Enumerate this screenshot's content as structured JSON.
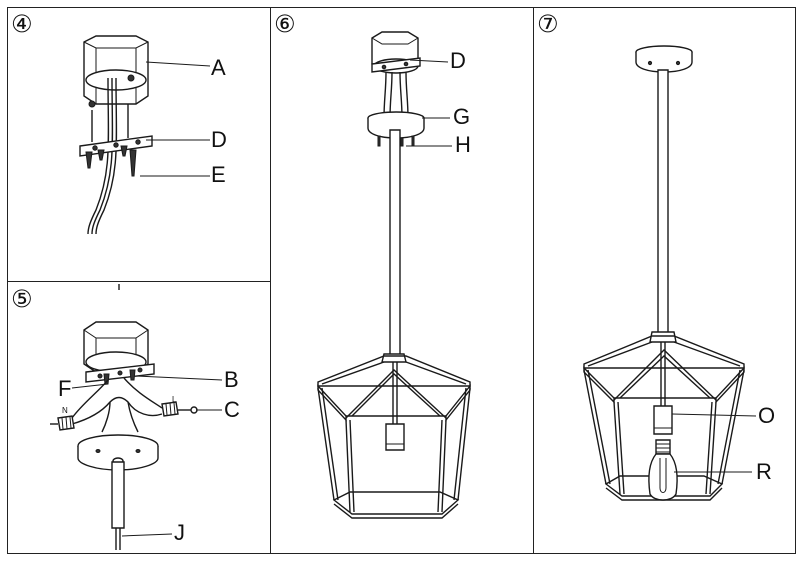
{
  "steps": [
    {
      "number": "④"
    },
    {
      "number": "⑤"
    },
    {
      "number": "⑥"
    },
    {
      "number": "⑦"
    }
  ],
  "labels": {
    "A": "A",
    "D4": "D",
    "E": "E",
    "B": "B",
    "F": "F",
    "C": "C",
    "J": "J",
    "N": "N",
    "L": "L",
    "D6": "D",
    "G": "G",
    "H": "H",
    "O": "O",
    "R": "R"
  }
}
